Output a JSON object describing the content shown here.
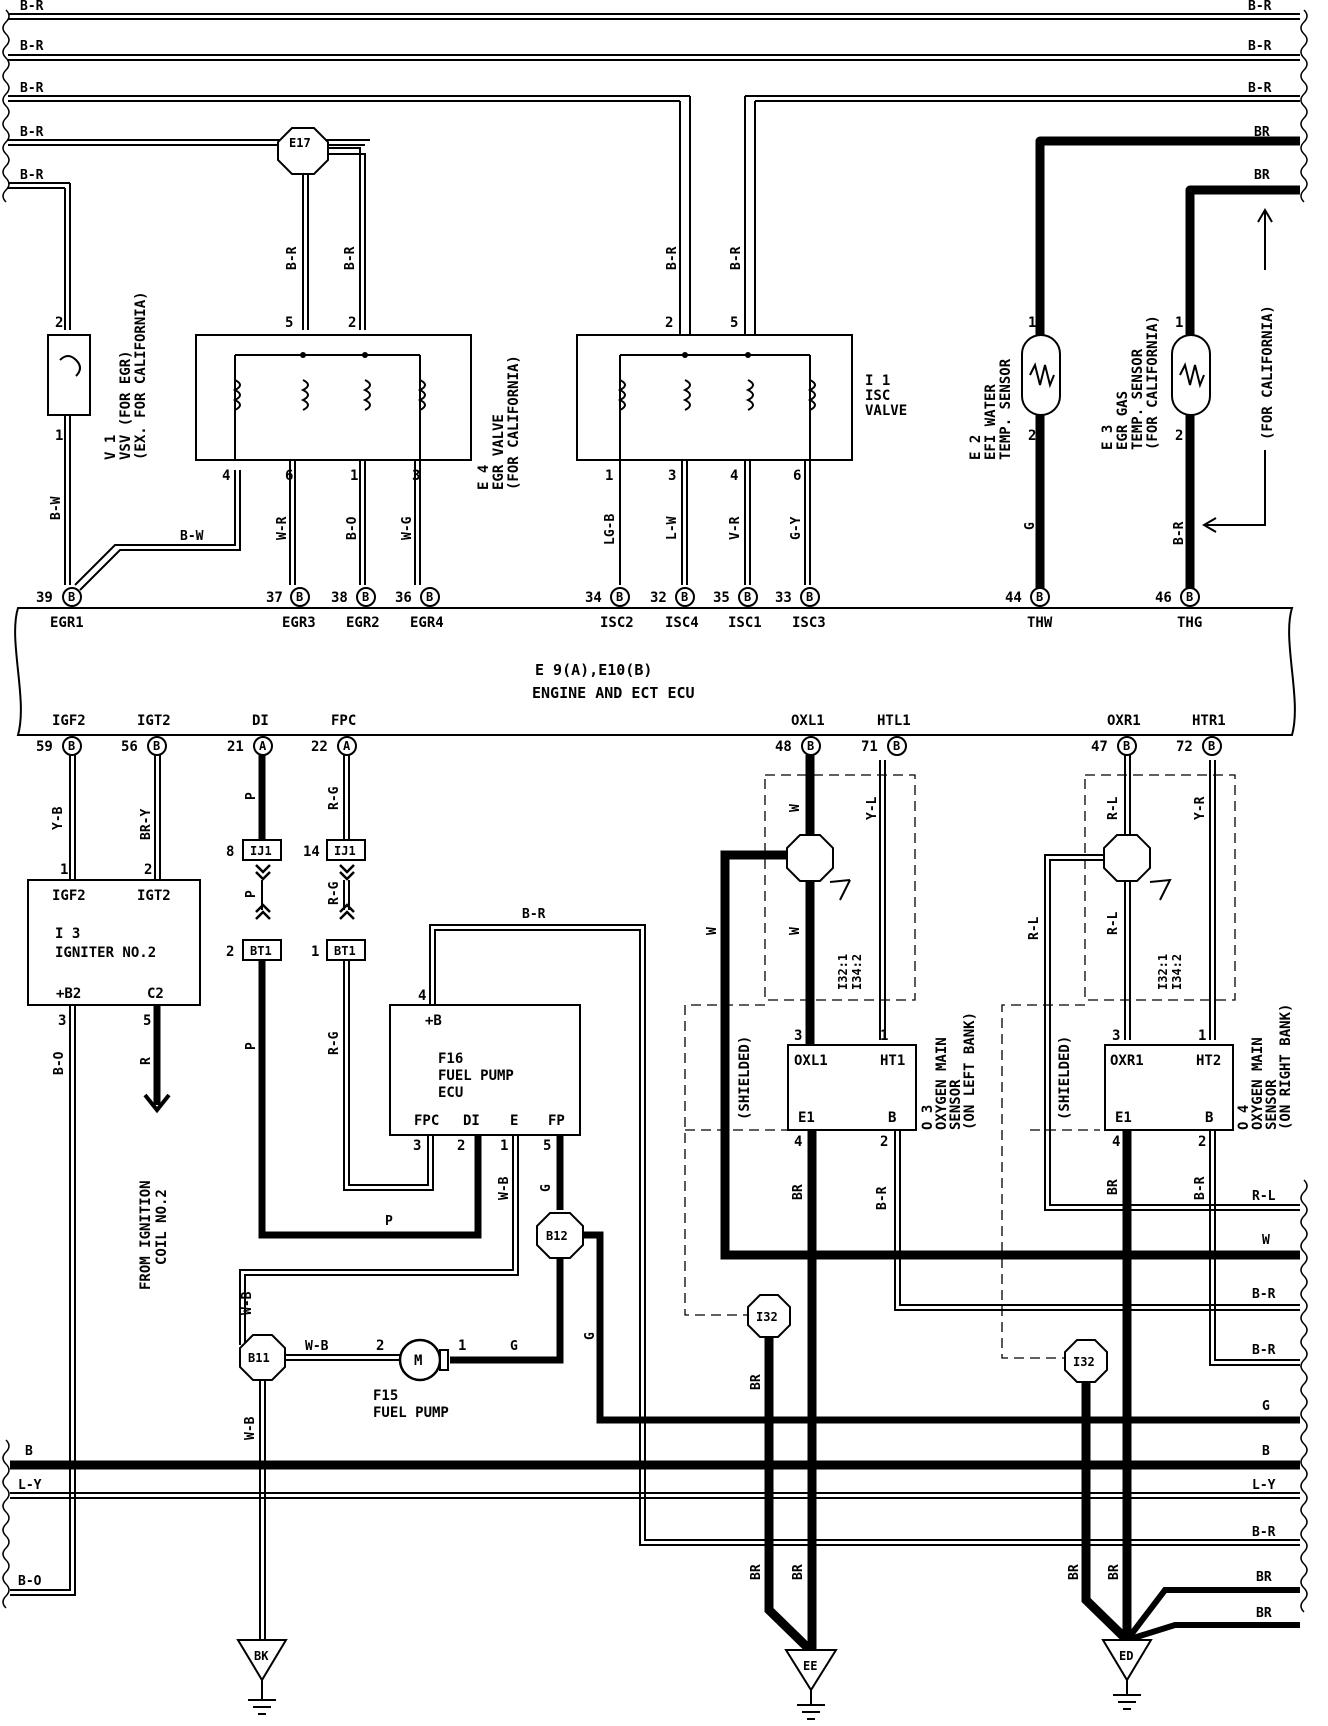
{
  "bus_top": [
    "B-R",
    "B-R",
    "B-R",
    "B-R",
    "B-R"
  ],
  "bus_top_right": [
    "B-R",
    "B-R",
    "B-R",
    "BR",
    "BR"
  ],
  "bus_bottom_left": [
    "B",
    "L-Y",
    "B-O"
  ],
  "bus_bottom_right": [
    "R-L",
    "W",
    "B-R",
    "B-R",
    "G",
    "B",
    "L-Y",
    "B-R",
    "BR",
    "BR"
  ],
  "ecu": {
    "line1": "E 9(A),E10(B)",
    "line2": "ENGINE AND ECT ECU"
  },
  "top_pins": [
    {
      "num": "39",
      "conn": "B",
      "name": "EGR1"
    },
    {
      "num": "37",
      "conn": "B",
      "name": "EGR3"
    },
    {
      "num": "38",
      "conn": "B",
      "name": "EGR2"
    },
    {
      "num": "36",
      "conn": "B",
      "name": "EGR4"
    },
    {
      "num": "34",
      "conn": "B",
      "name": "ISC2"
    },
    {
      "num": "32",
      "conn": "B",
      "name": "ISC4"
    },
    {
      "num": "35",
      "conn": "B",
      "name": "ISC1"
    },
    {
      "num": "33",
      "conn": "B",
      "name": "ISC3"
    },
    {
      "num": "44",
      "conn": "B",
      "name": "THW"
    },
    {
      "num": "46",
      "conn": "B",
      "name": "THG"
    }
  ],
  "bottom_pins": [
    {
      "num": "59",
      "conn": "B",
      "name": "IGF2"
    },
    {
      "num": "56",
      "conn": "B",
      "name": "IGT2"
    },
    {
      "num": "21",
      "conn": "A",
      "name": "DI"
    },
    {
      "num": "22",
      "conn": "A",
      "name": "FPC"
    },
    {
      "num": "48",
      "conn": "B",
      "name": "OXL1"
    },
    {
      "num": "71",
      "conn": "B",
      "name": "HTL1"
    },
    {
      "num": "47",
      "conn": "B",
      "name": "OXR1"
    },
    {
      "num": "72",
      "conn": "B",
      "name": "HTR1"
    }
  ],
  "components": {
    "v1": {
      "name": "V 1",
      "desc1": "VSV (FOR EGR)",
      "desc2": "(EX. FOR CALIFORNIA)",
      "pins": [
        "2",
        "1"
      ]
    },
    "e4": {
      "name": "E 4",
      "desc1": "EGR VALVE",
      "desc2": "(FOR CALIFORNIA)",
      "pins_top": [
        "5",
        "2"
      ],
      "pins_bottom": [
        "4",
        "6",
        "1",
        "3"
      ]
    },
    "i1": {
      "name": "I 1",
      "desc1": "ISC",
      "desc2": "VALVE",
      "pins_top": [
        "2",
        "5"
      ],
      "pins_bottom": [
        "1",
        "3",
        "4",
        "6"
      ]
    },
    "e2": {
      "name": "E 2",
      "desc1": "EFI WATER",
      "desc2": "TEMP. SENSOR",
      "pins": [
        "1",
        "2"
      ]
    },
    "e3": {
      "name": "E 3",
      "desc1": "EGR GAS",
      "desc2": "TEMP. SENSOR",
      "desc3": "(FOR CALIFORNIA)",
      "pins": [
        "1",
        "2"
      ]
    },
    "for_california": "(FOR CALIFORNIA)",
    "i3": {
      "label1": "IGF2",
      "label2": "IGT2",
      "name": "I 3",
      "desc": "IGNITER NO.2",
      "label3": "+B2",
      "label4": "C2",
      "pins": [
        "1",
        "2",
        "3",
        "5"
      ]
    },
    "f16": {
      "top_label": "+B",
      "name": "F16",
      "desc1": "FUEL PUMP",
      "desc2": "ECU",
      "terms": [
        "FPC",
        "DI",
        "E",
        "FP"
      ],
      "pins": [
        "4",
        "3",
        "2",
        "1",
        "5"
      ]
    },
    "f15": {
      "name": "F15",
      "desc": "FUEL PUMP",
      "motor": "M",
      "pins": [
        "2",
        "1"
      ]
    },
    "o3": {
      "name": "O 3",
      "desc1": "OXYGEN MAIN",
      "desc2": "SENSOR",
      "desc3": "(ON LEFT BANK)",
      "terms": [
        "OXL1",
        "HT1",
        "E1",
        "B"
      ],
      "pins": [
        "3",
        "1",
        "4",
        "2"
      ]
    },
    "o4": {
      "name": "O 4",
      "desc1": "OXYGEN MAIN",
      "desc2": "SENSOR",
      "desc3": "(ON RIGHT BANK)",
      "terms": [
        "OXR1",
        "HT2",
        "E1",
        "B"
      ],
      "pins": [
        "3",
        "1",
        "4",
        "2"
      ]
    },
    "from_ignition": [
      "FROM IGNITION",
      "COIL NO.2"
    ],
    "shielded": "(SHIELDED)",
    "splice_note": [
      "I32:1",
      "I34:2"
    ]
  },
  "junctions": {
    "e17": "E17",
    "b12": "B12",
    "b11": "B11",
    "i32a": "I32",
    "i32b": "I32"
  },
  "connectors": [
    {
      "pin": "8",
      "id": "IJ1"
    },
    {
      "pin": "14",
      "id": "IJ1"
    },
    {
      "pin": "2",
      "id": "BT1"
    },
    {
      "pin": "1",
      "id": "BT1"
    }
  ],
  "grounds": [
    "BK",
    "EE",
    "ED"
  ],
  "wire_labels": {
    "v1": "B-W",
    "v1_h": "B-W",
    "e17_a": "B-R",
    "e17_b": "B-R",
    "egr3": "W-R",
    "egr2": "B-O",
    "egr4": "W-G",
    "isc_a": "B-R",
    "isc_b": "B-R",
    "isc2": "LG-B",
    "isc4": "L-W",
    "isc1": "V-R",
    "isc3": "G-Y",
    "thw": "G",
    "thg": "B-R",
    "igf2": "Y-B",
    "igt2": "BR-Y",
    "b2": "B-O",
    "c2": "R",
    "di_a": "P",
    "di_b": "P",
    "di_c": "P",
    "di_d": "P",
    "fpc_a": "R-G",
    "fpc_b": "R-G",
    "fpc_c": "R-G",
    "f16_top": "B-R",
    "e_wb": "W-B",
    "fp_g": "G",
    "b11_top": "W-B",
    "b11_mid": "W-B",
    "b11_bot": "W-B",
    "f15_g": "G",
    "b12_g": "G",
    "oxl_w1": "W",
    "oxl_w2": "W",
    "oxl_w3": "W",
    "htl_yl": "Y-L",
    "o3_br": "BR",
    "o3_br2": "B-R",
    "i32a_br": "BR",
    "ee_br1": "BR",
    "ee_br2": "BR",
    "oxr_rl1": "R-L",
    "oxr_rl2": "R-L",
    "oxr_rl3": "R-L",
    "htr_yr": "Y-R",
    "o4_br": "BR",
    "o4_br2": "B-R",
    "ed_br1": "BR",
    "ed_br2": "BR"
  }
}
